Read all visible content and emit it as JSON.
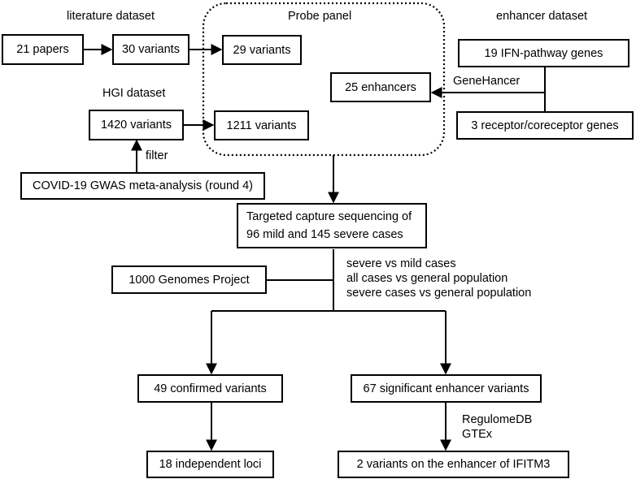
{
  "labels": {
    "literature_dataset": "literature dataset",
    "probe_panel": "Probe panel",
    "enhancer_dataset": "enhancer dataset",
    "hgi_dataset": "HGI dataset",
    "genehancer": "GeneHancer",
    "filter": "filter",
    "comparisons": [
      "severe vs mild cases",
      "all cases vs general population",
      "severe cases vs general population"
    ],
    "annotation_sources": [
      "RegulomeDB",
      "GTEx"
    ]
  },
  "boxes": {
    "papers": "21 papers",
    "literature_variants": "30 variants",
    "panel_literature_variants": "29 variants",
    "ifn_genes": "19 IFN-pathway genes",
    "enhancers": "25 enhancers",
    "receptor_genes": "3 receptor/coreceptor genes",
    "hgi_variants": "1420 variants",
    "panel_hgi_variants": "1211 variants",
    "gwas": "COVID-19 GWAS meta-analysis (round 4)",
    "sequencing": [
      "Targeted capture sequencing of",
      "96 mild and 145 severe cases"
    ],
    "genomes_project": "1000 Genomes Project",
    "confirmed_variants": "49 confirmed variants",
    "enhancer_variants": "67 significant enhancer variants",
    "independent_loci": "18 independent loci",
    "ifitm3_variants": "2 variants on the enhancer of IFITM3"
  }
}
